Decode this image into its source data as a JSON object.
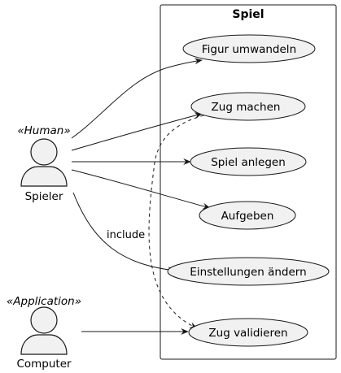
{
  "system": {
    "title": "Spiel"
  },
  "actors": [
    {
      "id": "spieler",
      "name": "Spieler",
      "stereotype": "«Human»"
    },
    {
      "id": "computer",
      "name": "Computer",
      "stereotype": "«Application»"
    }
  ],
  "use_cases": [
    {
      "id": "uc1",
      "label": "Figur umwandeln"
    },
    {
      "id": "uc2",
      "label": "Zug machen"
    },
    {
      "id": "uc3",
      "label": "Spiel anlegen"
    },
    {
      "id": "uc4",
      "label": "Aufgeben"
    },
    {
      "id": "uc5",
      "label": "Einstellungen ändern"
    },
    {
      "id": "uc6",
      "label": "Zug validieren"
    }
  ],
  "relations": [
    {
      "from": "spieler",
      "to": "uc1",
      "kind": "association"
    },
    {
      "from": "spieler",
      "to": "uc2",
      "kind": "association"
    },
    {
      "from": "spieler",
      "to": "uc3",
      "kind": "association"
    },
    {
      "from": "spieler",
      "to": "uc4",
      "kind": "association"
    },
    {
      "from": "spieler",
      "to": "uc5",
      "kind": "association"
    },
    {
      "from": "computer",
      "to": "uc6",
      "kind": "association"
    },
    {
      "from": "uc2",
      "to": "uc6",
      "kind": "include",
      "label": "include"
    }
  ],
  "colors": {
    "ellipse_fill": "#f1f1f1",
    "stroke": "#181818",
    "background": "#ffffff"
  }
}
